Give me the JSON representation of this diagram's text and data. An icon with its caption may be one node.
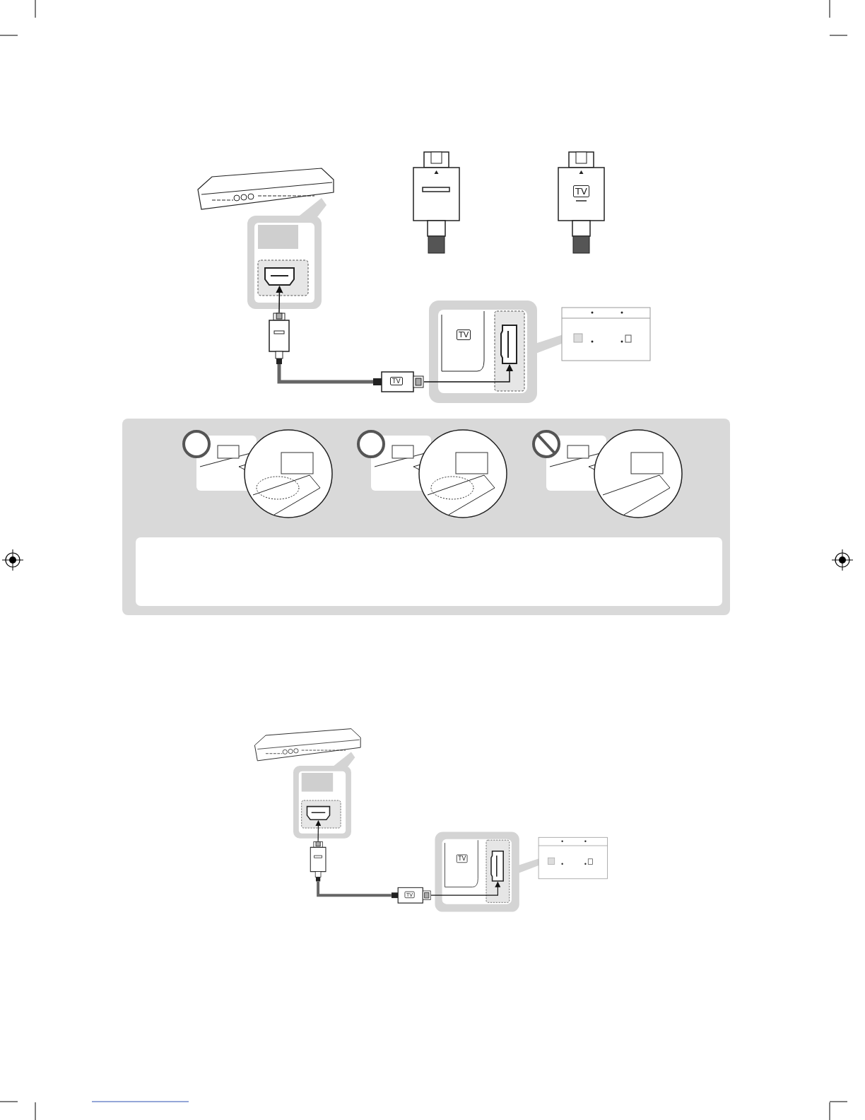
{
  "diagram": {
    "nodes": [
      {
        "text": [],
        "shape": "picture"
      },
      {
        "text": [],
        "shape": "picture"
      },
      {
        "text": [
          "TV"
        ]
      },
      {
        "text": [],
        "shape": "picture"
      },
      {
        "text": [],
        "shape": "picture"
      },
      {
        "text": [],
        "shape": "picture"
      },
      {
        "text": [
          "TV"
        ]
      },
      {
        "text": [],
        "shape": "picture"
      }
    ],
    "edges": [
      {
        "from": 1,
        "to": 0,
        "arrow": "to"
      },
      {
        "from": 1,
        "to": 2,
        "arrow": "none",
        "style": "thick",
        "color": "#666666"
      },
      {
        "from": 2,
        "to": 3,
        "arrow": "to"
      },
      {
        "from": 5,
        "to": 4,
        "arrow": "to"
      },
      {
        "from": 5,
        "to": 6,
        "arrow": "none",
        "style": "thick",
        "color": "#666666"
      },
      {
        "from": 6,
        "to": 7,
        "arrow": "to"
      }
    ],
    "labels": [
      "TV",
      "TV",
      "TV"
    ]
  }
}
